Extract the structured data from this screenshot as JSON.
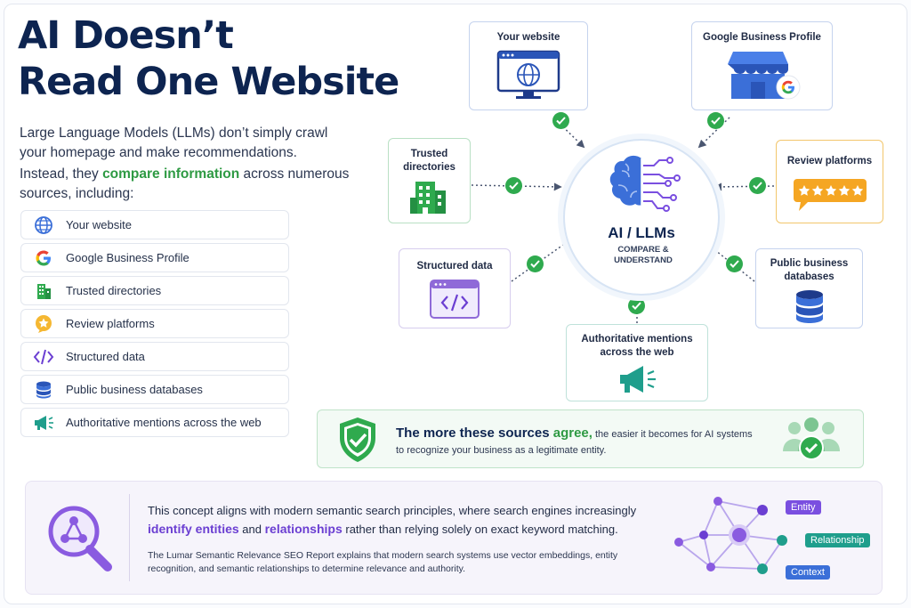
{
  "title": {
    "line1": "AI Doesn’t",
    "line2": "Read One Website"
  },
  "intro": {
    "p1": "Large Language Models (LLMs) don’t simply crawl your homepage and make recommendations.",
    "p2_before": "Instead, they ",
    "p2_highlight": "compare information",
    "p2_after": " across numerous sources, including:"
  },
  "sources": [
    {
      "label": "Your website",
      "icon": "globe-icon"
    },
    {
      "label": "Google Business Profile",
      "icon": "google-icon"
    },
    {
      "label": "Trusted directories",
      "icon": "building-icon"
    },
    {
      "label": "Review platforms",
      "icon": "star-badge-icon"
    },
    {
      "label": "Structured data",
      "icon": "code-icon"
    },
    {
      "label": "Public business databases",
      "icon": "database-icon"
    },
    {
      "label": "Authoritative mentions across the web",
      "icon": "megaphone-icon"
    }
  ],
  "diagram": {
    "center_title": "AI / LLMs",
    "center_sub": "COMPARE & UNDERSTAND",
    "nodes": {
      "website": "Your website",
      "gbp": "Google Business Profile",
      "reviews": "Review platforms",
      "directories_l1": "Trusted",
      "directories_l2": "directories",
      "structured": "Structured data",
      "public_db_l1": "Public business",
      "public_db_l2": "databases",
      "mentions_l1": "Authoritative mentions",
      "mentions_l2": "across the web"
    }
  },
  "agree": {
    "before": "The more these sources ",
    "highlight": "agree,",
    "after": " the easier it becomes for AI systems",
    "line2": "to recognize your business as a legitimate entity."
  },
  "concept": {
    "line1": "This concept aligns with modern semantic search principles, where search engines increasingly",
    "hl1": "identify entities",
    "mid": " and ",
    "hl2": "relationships",
    "line1_end": " rather than relying solely on exact keyword matching.",
    "line2": "The Lumar Semantic Relevance SEO Report explains that modern search systems use vector embeddings, entity recognition, and semantic relationships to determine relevance and authority.",
    "tags": {
      "entity": "Entity",
      "relationship": "Relationship",
      "context": "Context"
    }
  },
  "colors": {
    "navy": "#0d2450",
    "green": "#2faa4e",
    "purple": "#6b3fd2",
    "teal": "#1f9e8c",
    "blue": "#3b6fd8"
  }
}
